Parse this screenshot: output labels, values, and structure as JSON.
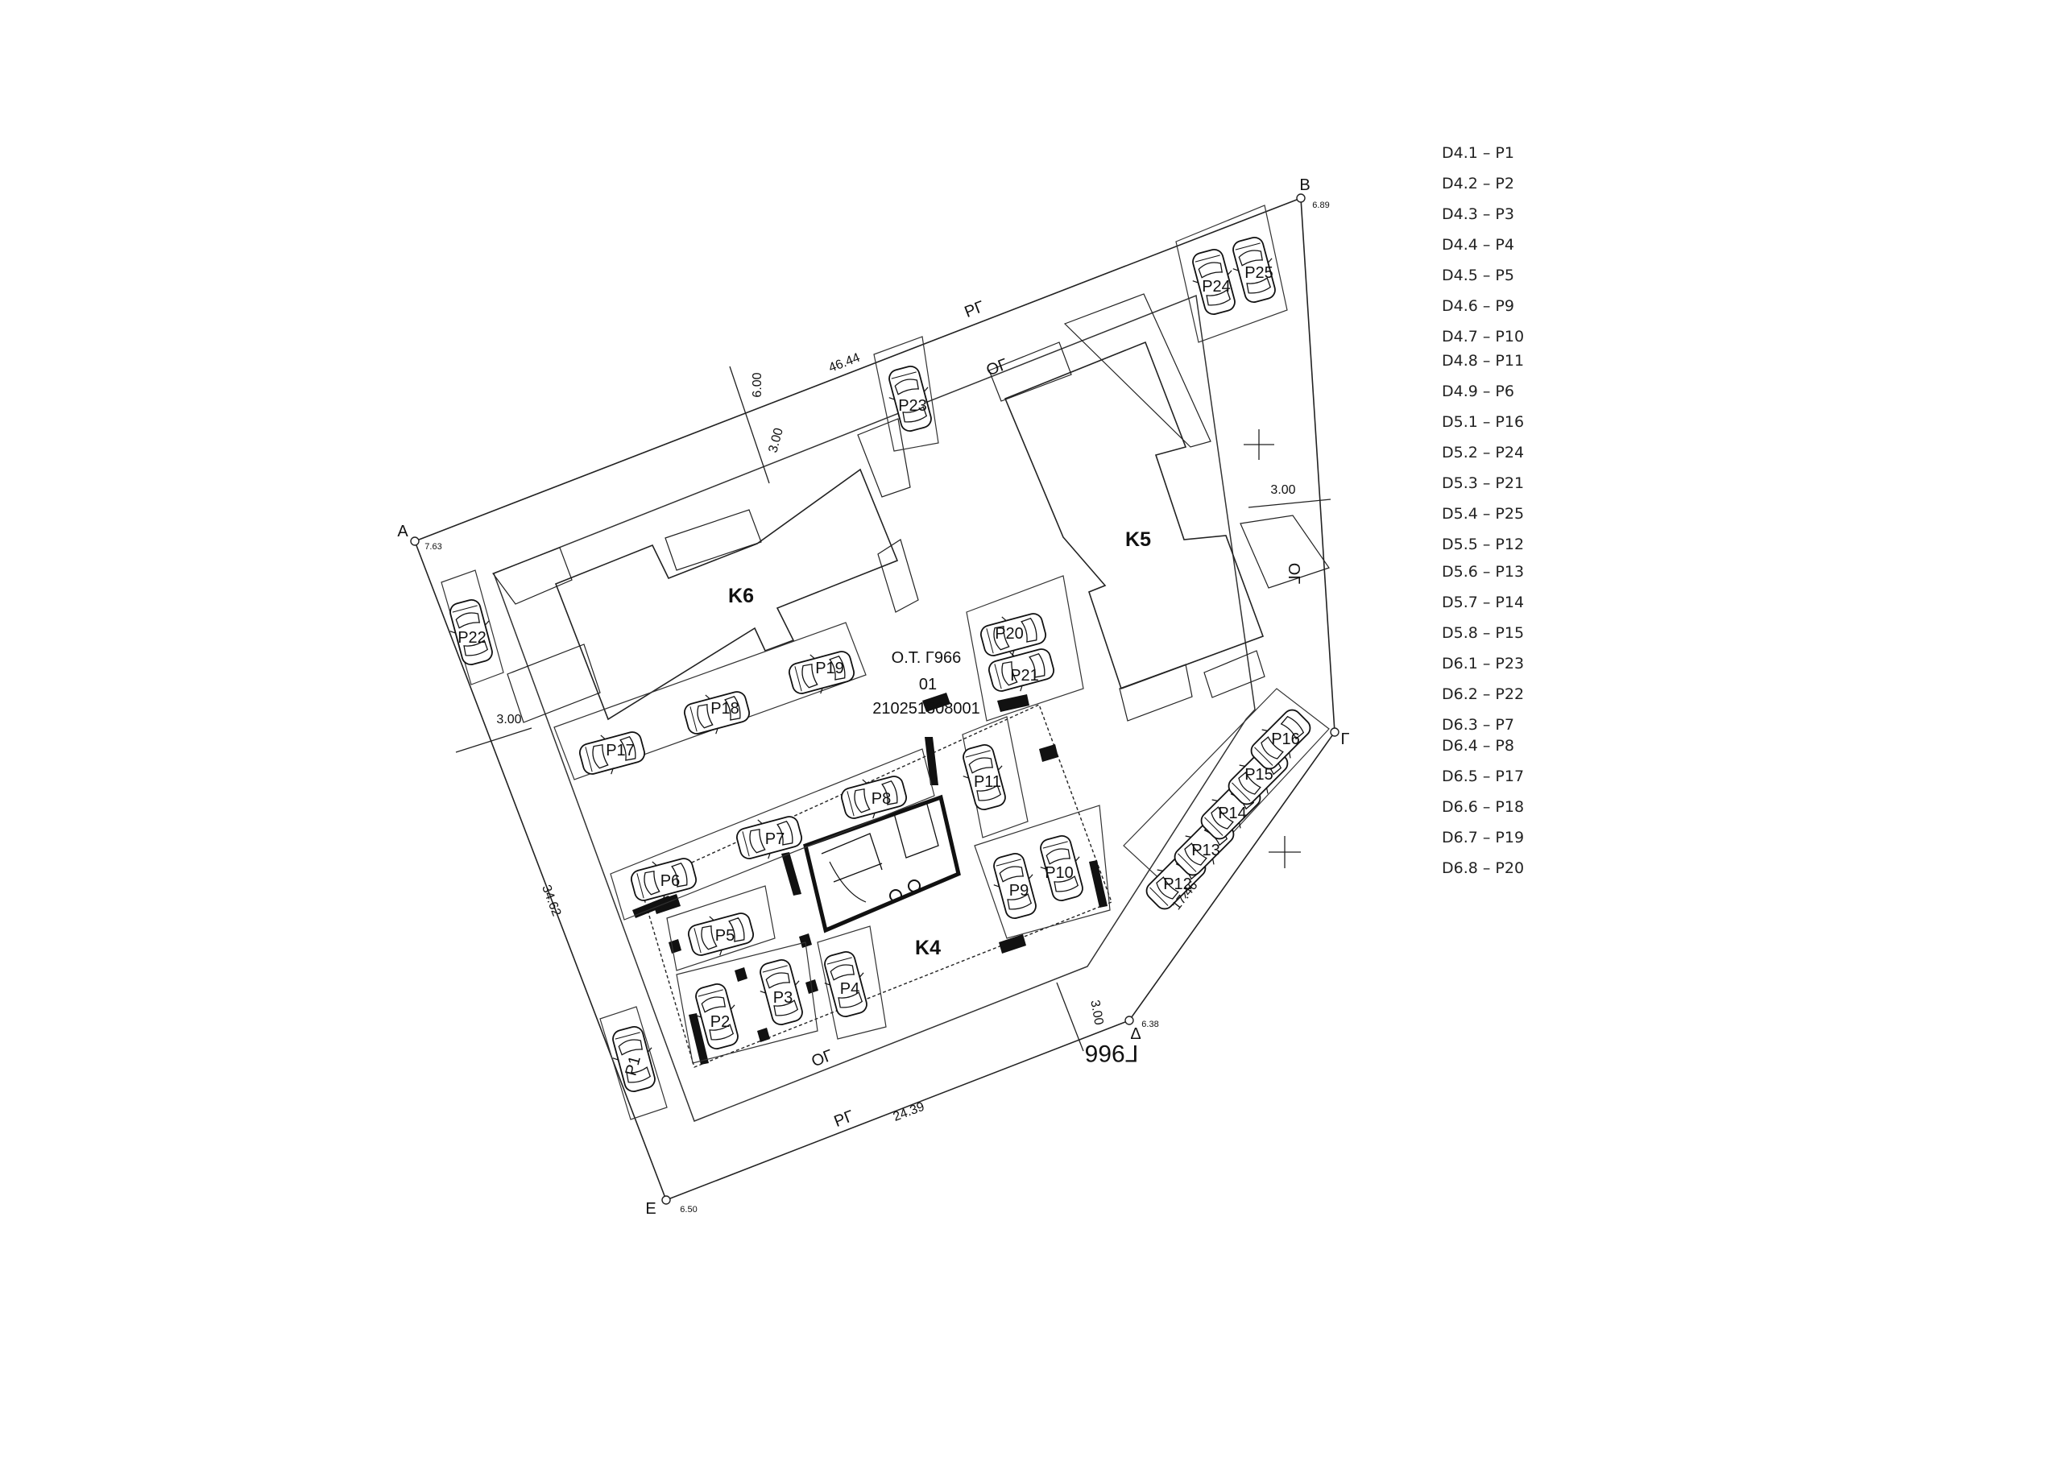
{
  "block_label": "Ο.Τ. Γ966",
  "lot_number": "01",
  "cadastral_code": "210251308001",
  "block_id": "Γ966",
  "buildings": [
    "K6",
    "K5",
    "K4"
  ],
  "corners": {
    "A": {
      "name": "Α",
      "elev": "7.63"
    },
    "B": {
      "name": "Β",
      "elev": "6.89"
    },
    "G": {
      "name": "Γ",
      "elev": ""
    },
    "D": {
      "name": "Δ",
      "elev": "6.38"
    },
    "E": {
      "name": "Ε",
      "elev": "6.50"
    }
  },
  "dimensions": {
    "ab": "46.44",
    "ae": "34.62",
    "ed": "24.39",
    "gd": "17.46",
    "setback_top": "6.00",
    "setback_inner": "3.00",
    "setback_left": "3.00",
    "setback_right": "3.00",
    "setback_bottom": "3.00"
  },
  "line_labels": {
    "rg": "ΡΓ",
    "og": "ΟΓ"
  },
  "parking": [
    "P1",
    "P2",
    "P3",
    "P4",
    "P5",
    "P6",
    "P7",
    "P8",
    "P9",
    "P10",
    "P11",
    "P12",
    "P13",
    "P14",
    "P15",
    "P16",
    "P17",
    "P18",
    "P19",
    "P20",
    "P21",
    "P22",
    "P23",
    "P24",
    "P25"
  ],
  "legend": [
    {
      "text": "D4.1 – P1"
    },
    {
      "text": "D4.2 – P2"
    },
    {
      "text": "D4.3 – P3"
    },
    {
      "text": "D4.4 – P4"
    },
    {
      "text": "D4.5 – P5"
    },
    {
      "text": "D4.6 – P9"
    },
    {
      "text": "D4.7 – P10"
    },
    {
      "text": "D4.8 – P11"
    },
    {
      "text": "D4.9 – P6"
    },
    {
      "text": "D5.1 – P16"
    },
    {
      "text": "D5.2 – P24"
    },
    {
      "text": "D5.3 – P21"
    },
    {
      "text": "D5.4 – P25"
    },
    {
      "text": "D5.5 – P12"
    },
    {
      "text": "D5.6 – P13"
    },
    {
      "text": "D5.7 – P14"
    },
    {
      "text": "D5.8 – P15"
    },
    {
      "text": "D6.1 – P23"
    },
    {
      "text": "D6.2 – P22"
    },
    {
      "text": "D6.3 – P7"
    },
    {
      "text": "D6.4 – P8"
    },
    {
      "text": "D6.5 – P17"
    },
    {
      "text": "D6.6 – P18"
    },
    {
      "text": "D6.7 – P19"
    },
    {
      "text": "D6.8 – P20"
    }
  ]
}
